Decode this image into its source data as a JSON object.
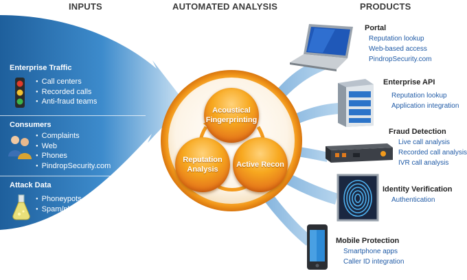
{
  "headers": {
    "inputs": "INPUTS",
    "analysis": "AUTOMATED ANALYSIS",
    "products": "PRODUCTS"
  },
  "inputs": [
    {
      "title": "Enterprise Traffic",
      "icon": "traffic-light-icon",
      "items": [
        "Call centers",
        "Recorded calls",
        "Anti-fraud teams"
      ]
    },
    {
      "title": "Consumers",
      "icon": "people-icon",
      "items": [
        "Complaints",
        "Web",
        "Phones",
        "PindropSecurity.com"
      ]
    },
    {
      "title": "Attack Data",
      "icon": "flask-icon",
      "items": [
        "Phoneypots",
        "Spam/phishing"
      ]
    }
  ],
  "analysis": {
    "top": "Acoustical Fingerprinting",
    "left": "Reputation Analysis",
    "right": "Active Recon"
  },
  "products": [
    {
      "title": "Portal",
      "icon": "laptop-icon",
      "items": [
        "Reputation lookup",
        "Web-based access",
        "PindropSecurity.com"
      ]
    },
    {
      "title": "Enterprise API",
      "icon": "server-icon",
      "items": [
        "Reputation lookup",
        "Application integration"
      ]
    },
    {
      "title": "Fraud Detection",
      "icon": "rack-appliance-icon",
      "items": [
        "Live call analysis",
        "Recorded call analysis",
        "IVR call analysis"
      ]
    },
    {
      "title": "Identity Verification",
      "icon": "fingerprint-icon",
      "items": [
        "Authentication"
      ]
    },
    {
      "title": "Mobile Protection",
      "icon": "smartphone-icon",
      "items": [
        "Smartphone apps",
        "Caller ID integration"
      ]
    }
  ],
  "colors": {
    "arrow": "#2f74b5",
    "orange": "#f39a1c",
    "product_text": "#1f5aa6"
  }
}
